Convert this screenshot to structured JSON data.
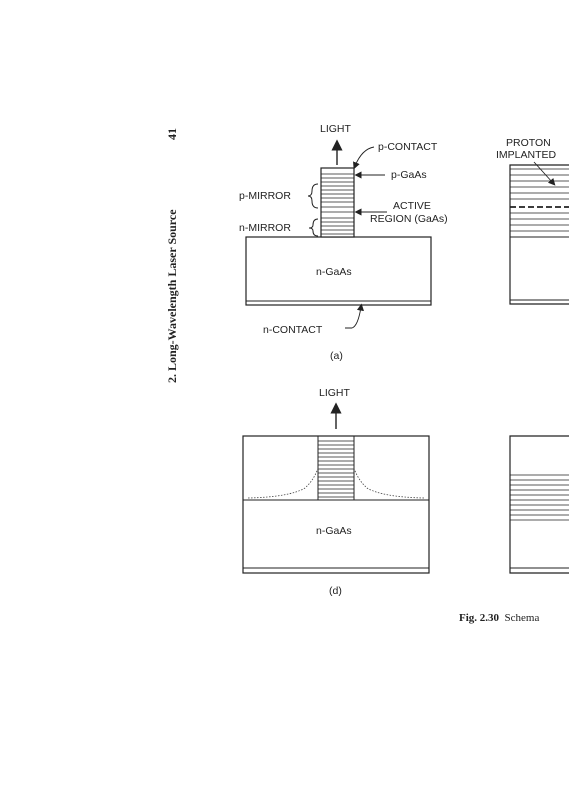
{
  "running_header": {
    "page_number": "41",
    "chapter_title": "2.  Long-Wavelength Laser Source"
  },
  "figure": {
    "panel_a": {
      "light_label": "LIGHT",
      "p_contact": "p-CONTACT",
      "p_gaas": "p-GaAs",
      "p_mirror": "p-MIRROR",
      "active_region_line1": "ACTIVE",
      "active_region_line2": "REGION (GaAs)",
      "n_mirror": "n-MIRROR",
      "substrate": "n-GaAs",
      "n_contact": "n-CONTACT",
      "panel_label": "(a)"
    },
    "panel_b": {
      "proton_line1": "PROTON",
      "proton_line2": "IMPLANTED"
    },
    "panel_d": {
      "light_label": "LIGHT",
      "substrate": "n-GaAs",
      "panel_label": "(d)"
    },
    "caption_prefix": "Fig. 2.30",
    "caption_text": "Schema"
  }
}
